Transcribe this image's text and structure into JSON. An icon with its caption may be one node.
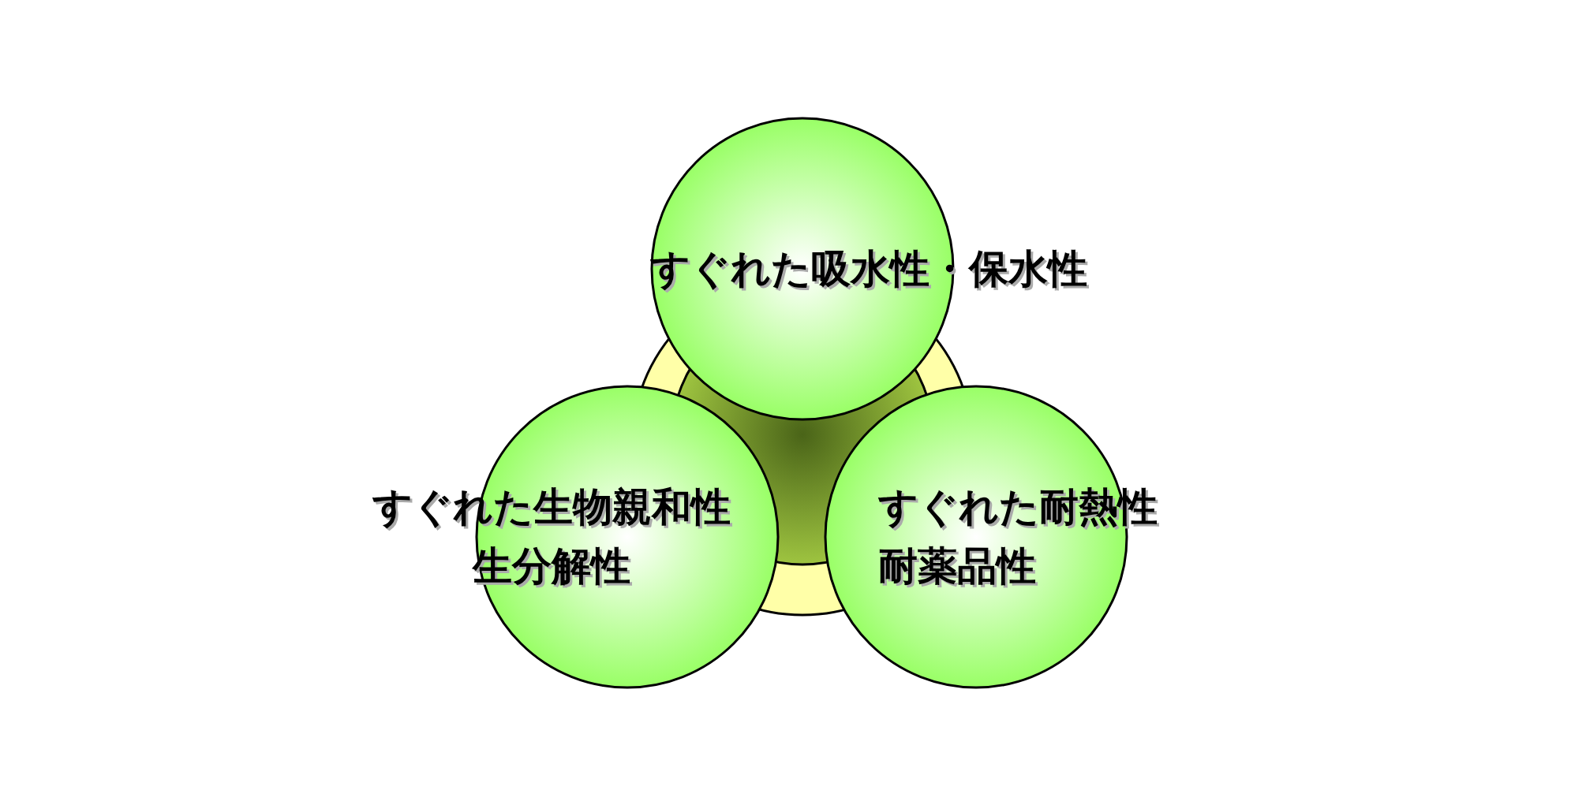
{
  "diagram": {
    "nodes": [
      {
        "text": [],
        "shape": "circle"
      },
      {
        "text": [],
        "shape": "circle",
        "in": 0
      },
      {
        "text": [
          "すぐれた吸水性・保水性"
        ]
      },
      {
        "text": [
          "すぐれた生物親和性",
          "生分解性"
        ]
      },
      {
        "text": [
          "すぐれた耐熱性",
          "耐薬品性"
        ]
      }
    ]
  }
}
